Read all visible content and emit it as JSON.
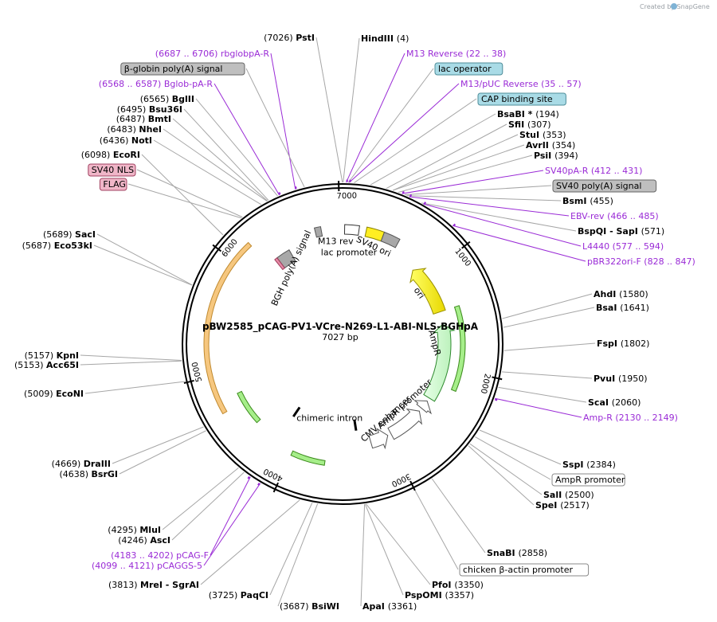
{
  "credit": "Created by SnapGene",
  "plasmid": {
    "name": "pBW2585_pCAG-PV1-VCre-N269-L1-ABI-NLS-BGHpA",
    "size_label": "7027 bp"
  },
  "ruler": [
    {
      "text": "1000",
      "bp": 1000
    },
    {
      "text": "2000",
      "bp": 2000
    },
    {
      "text": "3000",
      "bp": 3000
    },
    {
      "text": "4000",
      "bp": 4000
    },
    {
      "text": "5000",
      "bp": 5000
    },
    {
      "text": "6000",
      "bp": 6000
    },
    {
      "text": "7000",
      "bp": 7000
    }
  ],
  "labels": {
    "right": [
      {
        "pre": "",
        "name": "HindIII",
        "post": "(4)",
        "purple": false
      },
      {
        "pre": "",
        "name": "M13 Reverse",
        "post": "(22 .. 38)",
        "purple": true
      },
      {
        "pre": "",
        "name": "lac operator",
        "post": "",
        "box": "cyan"
      },
      {
        "pre": "",
        "name": "M13/pUC Reverse",
        "post": "(35 .. 57)",
        "purple": true
      },
      {
        "pre": "",
        "name": "CAP binding site",
        "post": "",
        "box": "cyan"
      },
      {
        "pre": "",
        "name": "BsaBI *",
        "post": "(194)"
      },
      {
        "pre": "",
        "name": "SfiI",
        "post": "(307)"
      },
      {
        "pre": "",
        "name": "StuI",
        "post": "(353)"
      },
      {
        "pre": "",
        "name": "AvrII",
        "post": "(354)"
      },
      {
        "pre": "",
        "name": "PsiI",
        "post": "(394)"
      },
      {
        "pre": "",
        "name": "SV40pA-R",
        "post": "(412 .. 431)",
        "purple": true
      },
      {
        "pre": "",
        "name": "SV40 poly(A) signal",
        "post": "",
        "box": "gray"
      },
      {
        "pre": "",
        "name": "BsmI",
        "post": "(455)"
      },
      {
        "pre": "",
        "name": "EBV-rev",
        "post": "(466 .. 485)",
        "purple": true
      },
      {
        "pre": "",
        "name": "BspQI - SapI",
        "post": "(571)"
      },
      {
        "pre": "",
        "name": "L4440",
        "post": "(577 .. 594)",
        "purple": true
      },
      {
        "pre": "",
        "name": "pBR322ori-F",
        "post": "(828 .. 847)",
        "purple": true
      },
      {
        "pre": "",
        "name": "AhdI",
        "post": "(1580)"
      },
      {
        "pre": "",
        "name": "BsaI",
        "post": "(1641)"
      },
      {
        "pre": "",
        "name": "FspI",
        "post": "(1802)"
      },
      {
        "pre": "",
        "name": "PvuI",
        "post": "(1950)"
      },
      {
        "pre": "",
        "name": "ScaI",
        "post": "(2060)"
      },
      {
        "pre": "",
        "name": "Amp-R",
        "post": "(2130 .. 2149)",
        "purple": true
      },
      {
        "pre": "",
        "name": "SspI",
        "post": "(2384)"
      },
      {
        "pre": "",
        "name": "AmpR promoter",
        "post": "",
        "box": "white"
      },
      {
        "pre": "",
        "name": "SalI",
        "post": "(2500)"
      },
      {
        "pre": "",
        "name": "SpeI",
        "post": "(2517)"
      },
      {
        "pre": "",
        "name": "SnaBI",
        "post": "(2858)"
      },
      {
        "pre": "",
        "name": "chicken β-actin promoter",
        "post": "",
        "box": "white"
      },
      {
        "pre": "",
        "name": "PfoI",
        "post": "(3350)"
      },
      {
        "pre": "",
        "name": "PspOMI",
        "post": "(3357)"
      },
      {
        "pre": "",
        "name": "ApaI",
        "post": "(3361)"
      },
      {
        "pre": "(3687)",
        "name": "BsiWI",
        "post": ""
      }
    ],
    "left": [
      {
        "pre": "(7026)",
        "name": "PstI",
        "post": ""
      },
      {
        "pre": "(6687 .. 6706)",
        "name": "rbglobpA-R",
        "post": "",
        "purple": true
      },
      {
        "pre": "",
        "name": "β-globin poly(A) signal",
        "post": "",
        "box": "gray"
      },
      {
        "pre": "(6568 .. 6587)",
        "name": "Bglob-pA-R",
        "post": "",
        "purple": true
      },
      {
        "pre": "(6565)",
        "name": "BglII",
        "post": ""
      },
      {
        "pre": "(6495)",
        "name": "Bsu36I",
        "post": ""
      },
      {
        "pre": "(6487)",
        "name": "BmtI",
        "post": ""
      },
      {
        "pre": "(6483)",
        "name": "NheI",
        "post": ""
      },
      {
        "pre": "(6436)",
        "name": "NotI",
        "post": ""
      },
      {
        "pre": "(6098)",
        "name": "EcoRI",
        "post": ""
      },
      {
        "pre": "",
        "name": "SV40 NLS",
        "post": "",
        "box": "pink"
      },
      {
        "pre": "",
        "name": "FLAG",
        "post": "",
        "box": "pink"
      },
      {
        "pre": "(5689)",
        "name": "SacI",
        "post": ""
      },
      {
        "pre": "(5687)",
        "name": "Eco53kI",
        "post": ""
      },
      {
        "pre": "(5157)",
        "name": "KpnI",
        "post": ""
      },
      {
        "pre": "(5153)",
        "name": "Acc65I",
        "post": ""
      },
      {
        "pre": "(5009)",
        "name": "EcoNI",
        "post": ""
      },
      {
        "pre": "(4669)",
        "name": "DraIII",
        "post": ""
      },
      {
        "pre": "(4638)",
        "name": "BsrGI",
        "post": ""
      },
      {
        "pre": "(4295)",
        "name": "MluI",
        "post": ""
      },
      {
        "pre": "(4246)",
        "name": "AscI",
        "post": ""
      },
      {
        "pre": "(4183 .. 4202)",
        "name": "pCAG-F",
        "post": "",
        "purple": true
      },
      {
        "pre": "(4099 .. 4121)",
        "name": "pCAGGS-5",
        "post": "",
        "purple": true
      },
      {
        "pre": "(3813)",
        "name": "MreI - SgrAI",
        "post": ""
      },
      {
        "pre": "(3725)",
        "name": "PaqCI",
        "post": ""
      }
    ]
  },
  "features": [
    {
      "name": "ori",
      "color": "#ffff00"
    },
    {
      "name": "AmpR",
      "color": "#ccffcc"
    },
    {
      "name": "AmpR promoter",
      "color": "#ffffff"
    },
    {
      "name": "CMV enhancer",
      "color": "#ffffff"
    },
    {
      "name": "chimeric intron",
      "color": "#000000"
    },
    {
      "name": "BGH poly(A) signal",
      "color": "#999999"
    },
    {
      "name": "SV40 ori",
      "color": "#ffff00"
    },
    {
      "name": "lac promoter",
      "color": "#ffffff"
    },
    {
      "name": "M13 rev",
      "color": "#ffffff"
    }
  ],
  "colors": {
    "enzyme_line": "#a6a6a6",
    "primer": "#9a2bd6",
    "backbone": "#000000",
    "orf_orange": "#f5c07a",
    "orf_green": "#99ee88"
  }
}
